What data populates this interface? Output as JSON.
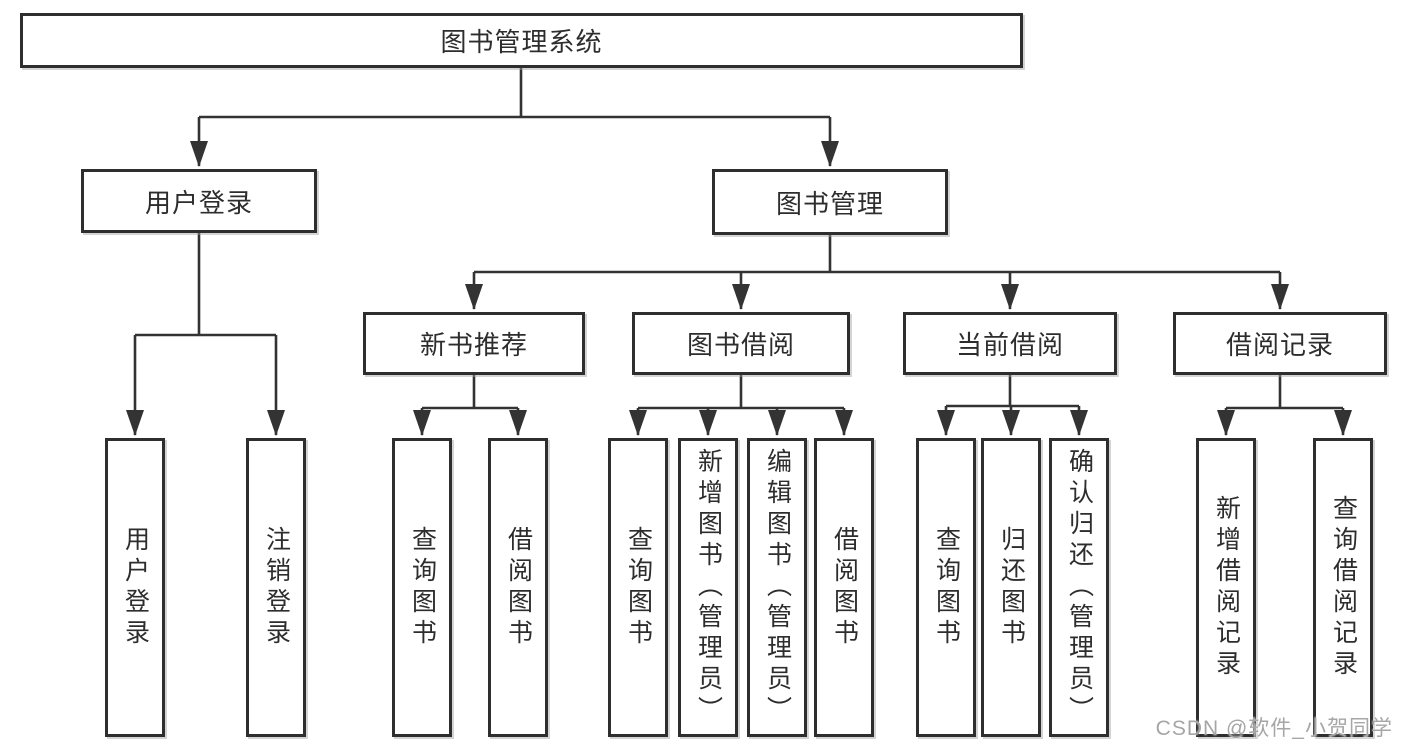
{
  "diagram": {
    "colors": {
      "line": "#333333",
      "box_border": "#2e2e2e",
      "box_fill": "#ffffff",
      "text": "#2d2d2d",
      "watermark": "#a6a6a6"
    },
    "tree": {
      "root": {
        "label": "图书管理系统"
      },
      "branches": [
        {
          "label": "用户登录",
          "children": [
            {
              "label": "用户登录"
            },
            {
              "label": "注销登录"
            }
          ]
        },
        {
          "label": "图书管理",
          "children": [
            {
              "label": "新书推荐",
              "children": [
                {
                  "label": "查询图书"
                },
                {
                  "label": "借阅图书"
                }
              ]
            },
            {
              "label": "图书借阅",
              "children": [
                {
                  "label": "查询图书"
                },
                {
                  "label": "新增图书（管理员）"
                },
                {
                  "label": "编辑图书（管理员）"
                },
                {
                  "label": "借阅图书"
                }
              ]
            },
            {
              "label": "当前借阅",
              "children": [
                {
                  "label": "查询图书"
                },
                {
                  "label": "归还图书"
                },
                {
                  "label": "确认归还（管理员）"
                }
              ]
            },
            {
              "label": "借阅记录",
              "children": [
                {
                  "label": "新增借阅记录"
                },
                {
                  "label": "查询借阅记录"
                }
              ]
            }
          ]
        }
      ]
    },
    "watermark": {
      "text": "CSDN @软件_小贺同学"
    }
  }
}
